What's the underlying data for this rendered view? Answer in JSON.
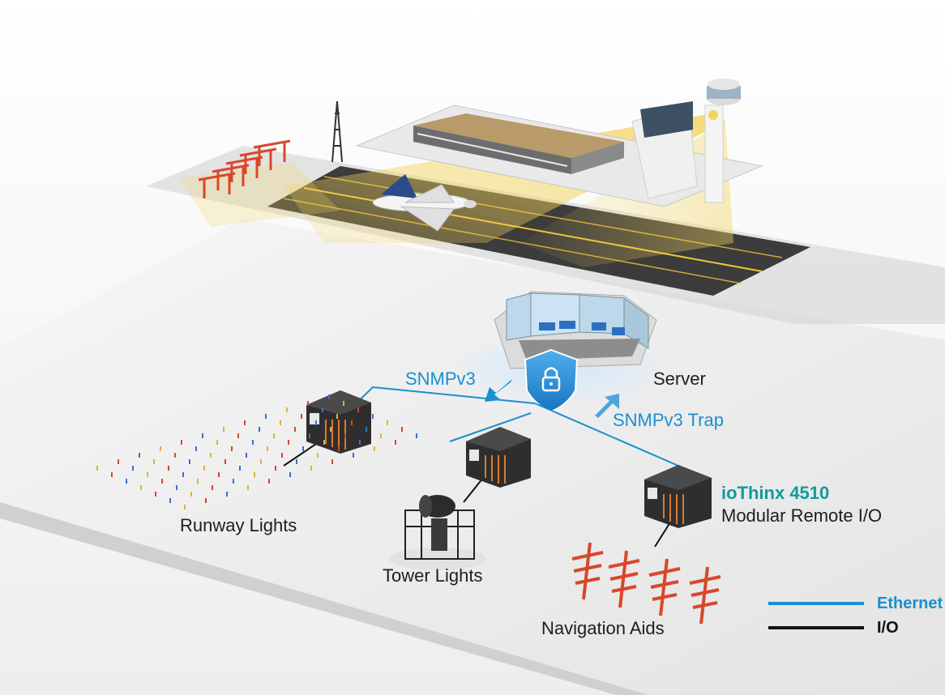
{
  "labels": {
    "snmpv3": "SNMPv3",
    "server": "Server",
    "snmpv3_trap": "SNMPv3 Trap",
    "product_name": "ioThinx 4510",
    "product_desc": "Modular Remote I/O",
    "runway_lights": "Runway Lights",
    "tower_lights": "Tower Lights",
    "navigation_aids": "Navigation Aids"
  },
  "legend": {
    "ethernet": "Ethernet",
    "io": "I/O"
  },
  "colors": {
    "ethernet": "#1a8fd0",
    "io": "#111111",
    "product": "#129b9b",
    "beam": "#f3d35a",
    "nav_aid": "#d9472b"
  },
  "icons": {
    "security": "shield-lock-icon"
  }
}
